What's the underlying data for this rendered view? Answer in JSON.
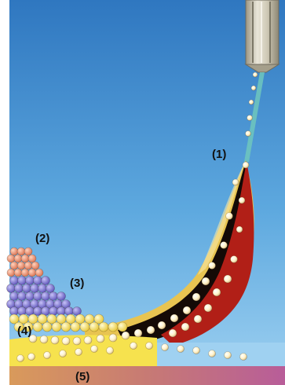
{
  "labels": {
    "l1": "(1)",
    "l2": "(2)",
    "l3": "(3)",
    "l4": "(4)",
    "l5": "(5)"
  },
  "colors": {
    "sky_top": "#2f77c0",
    "sky_bottom": "#9fd1f1",
    "left_border": "#ffffff",
    "nozzle": "#cfc9b6",
    "jet": "#6fc7bd",
    "plume_red": "#b11f17",
    "plume_dark": "#140a06",
    "plume_gold": "#e8c451",
    "particle": "#fff6d8",
    "particle_stack_top": "#ee8c6a",
    "particle_stack_mid": "#7c74d2",
    "particle_stack_bottom": "#f6e24e",
    "substrate": "#c56b8a"
  }
}
